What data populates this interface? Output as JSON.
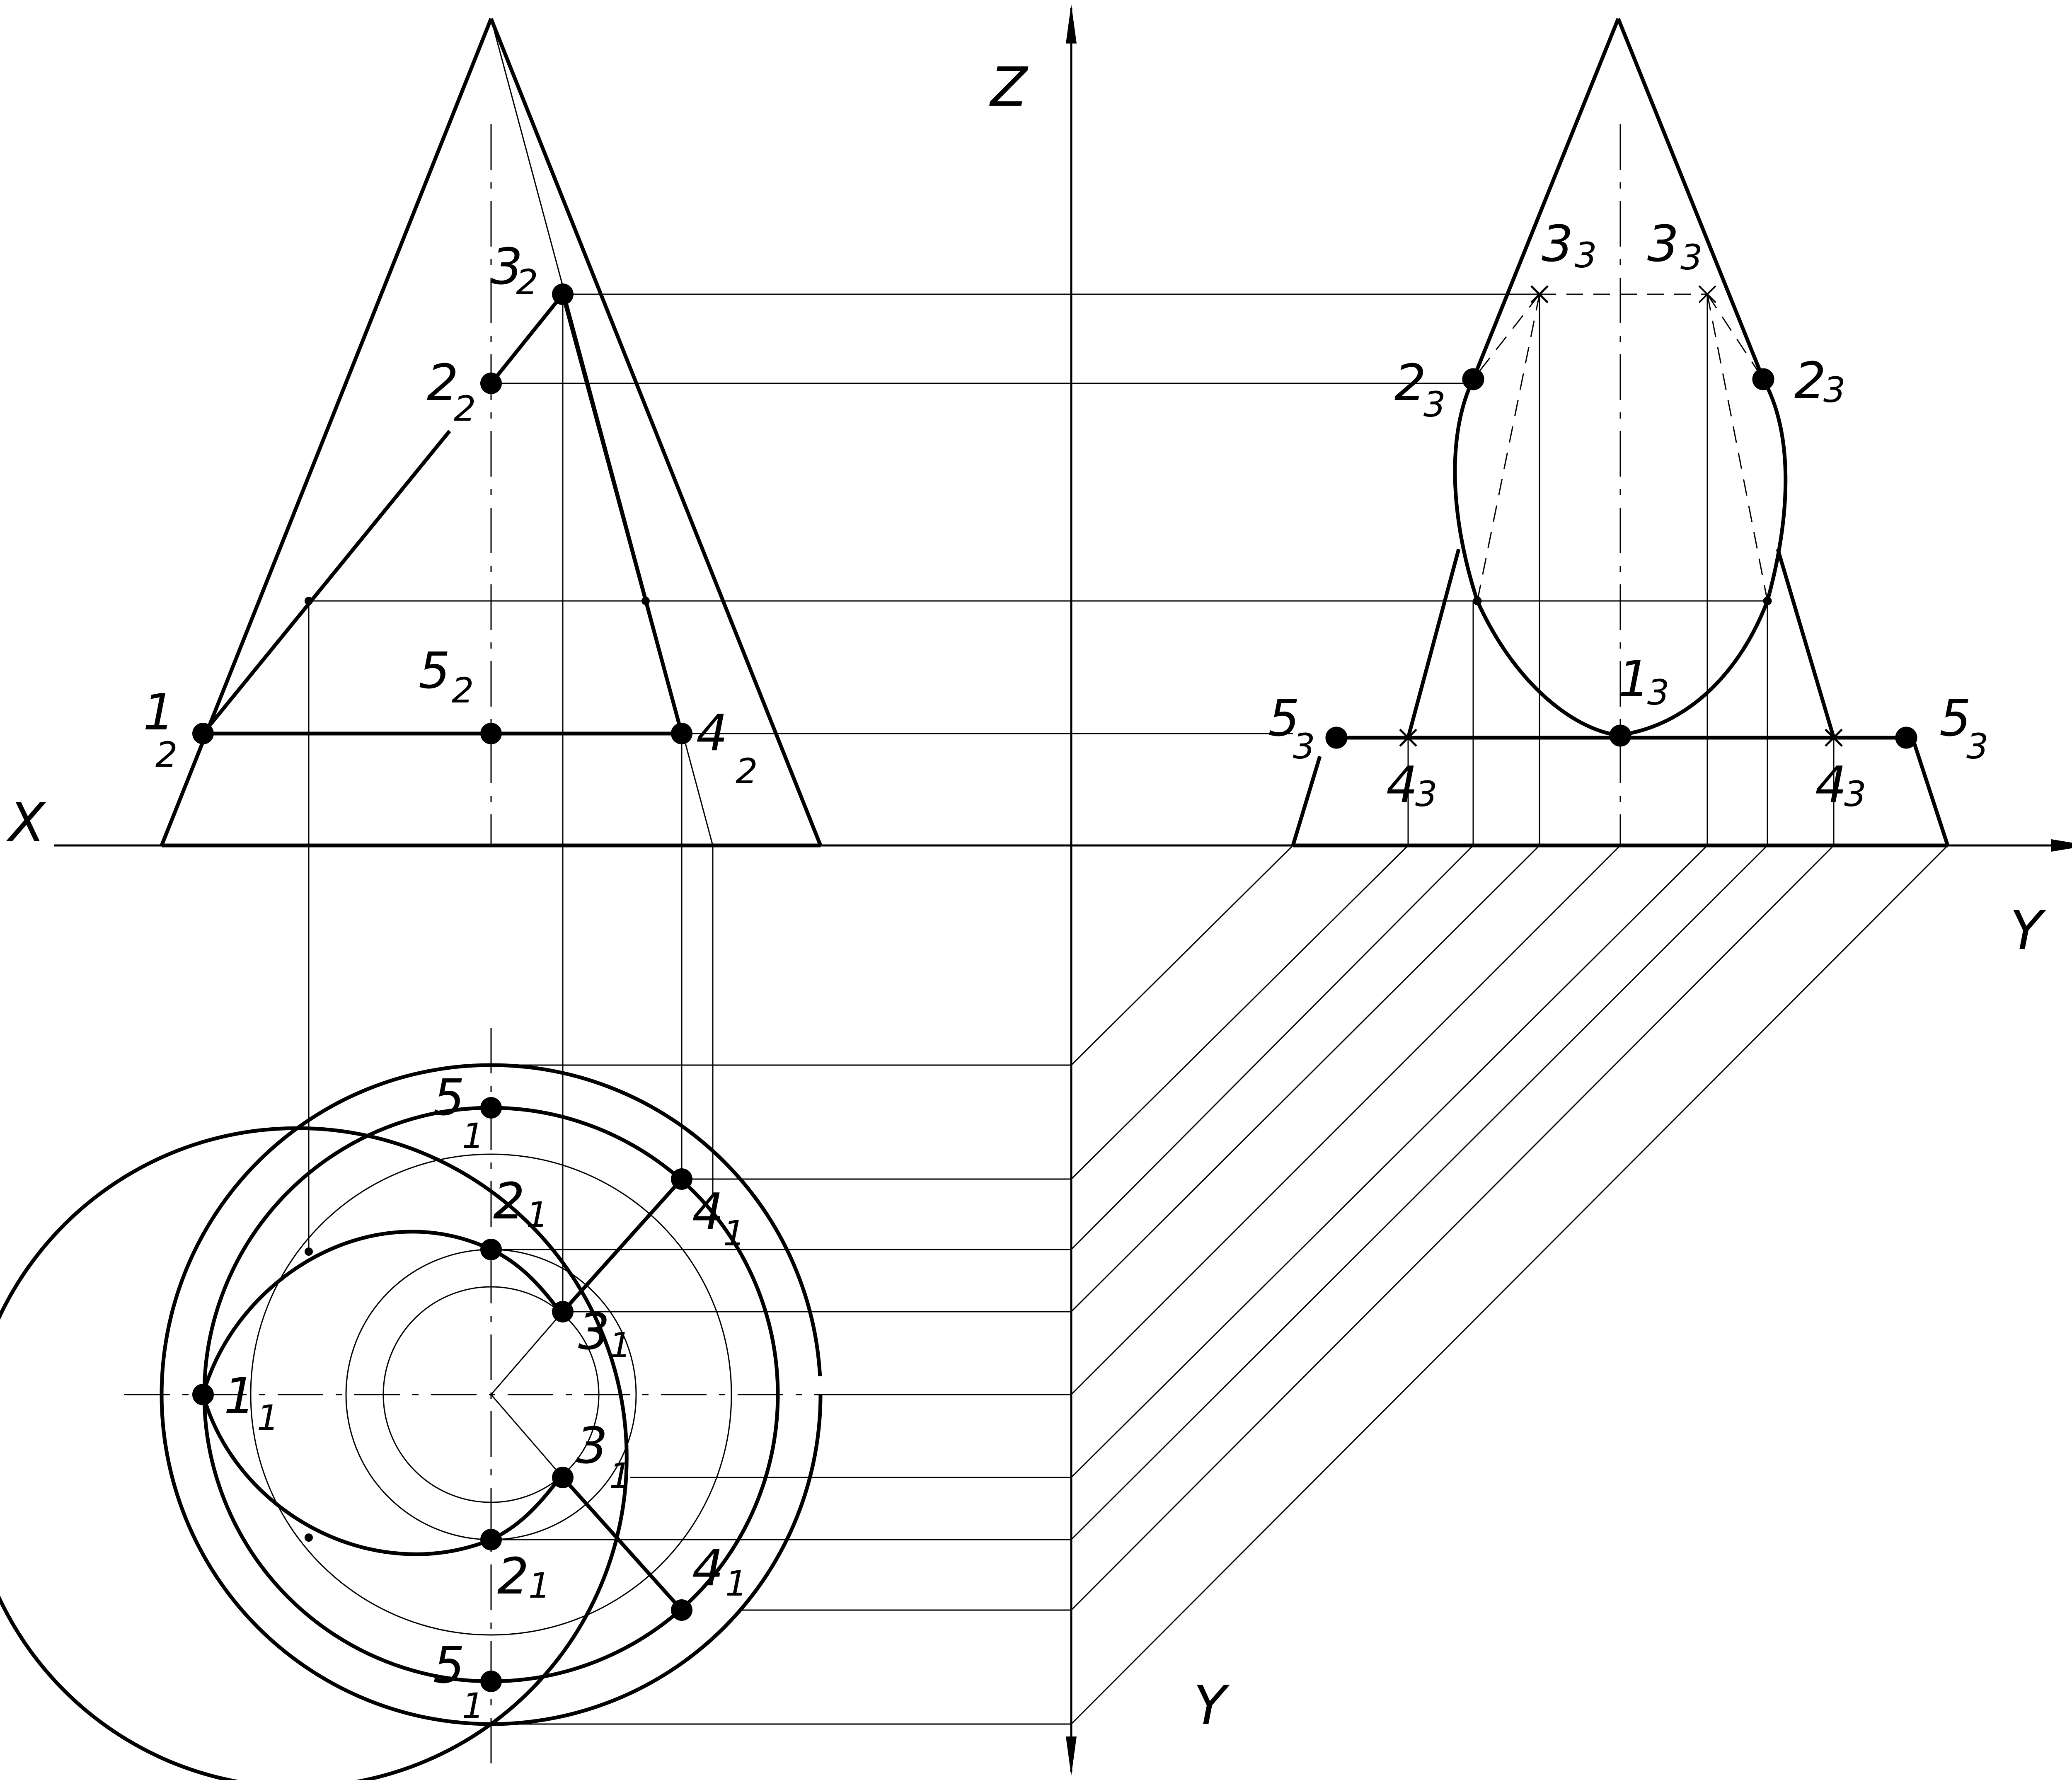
{
  "axes": {
    "x": "X",
    "y_right": "Y",
    "y_bottom": "Y",
    "z": "Z"
  },
  "front_view": {
    "p1": {
      "main": "1",
      "sub": "2"
    },
    "p2": {
      "main": "2",
      "sub": "2"
    },
    "p3": {
      "main": "3",
      "sub": "2"
    },
    "p4": {
      "main": "4",
      "sub": "2"
    },
    "p5": {
      "main": "5",
      "sub": "2"
    }
  },
  "profile_view": {
    "p1": {
      "main": "1",
      "sub": "3"
    },
    "p2": {
      "main": "2",
      "sub": "3"
    },
    "p3": {
      "main": "3",
      "sub": "3"
    },
    "p4": {
      "main": "4",
      "sub": "3"
    },
    "p5": {
      "main": "5",
      "sub": "3"
    }
  },
  "top_view": {
    "p1": {
      "main": "1",
      "sub": "1"
    },
    "p2": {
      "main": "2",
      "sub": "1"
    },
    "p3": {
      "main": "3",
      "sub": "1"
    },
    "p4": {
      "main": "4",
      "sub": "1"
    },
    "p5": {
      "main": "5",
      "sub": "1"
    }
  },
  "colors": {
    "ink": "#000000",
    "paper": "#ffffff"
  }
}
